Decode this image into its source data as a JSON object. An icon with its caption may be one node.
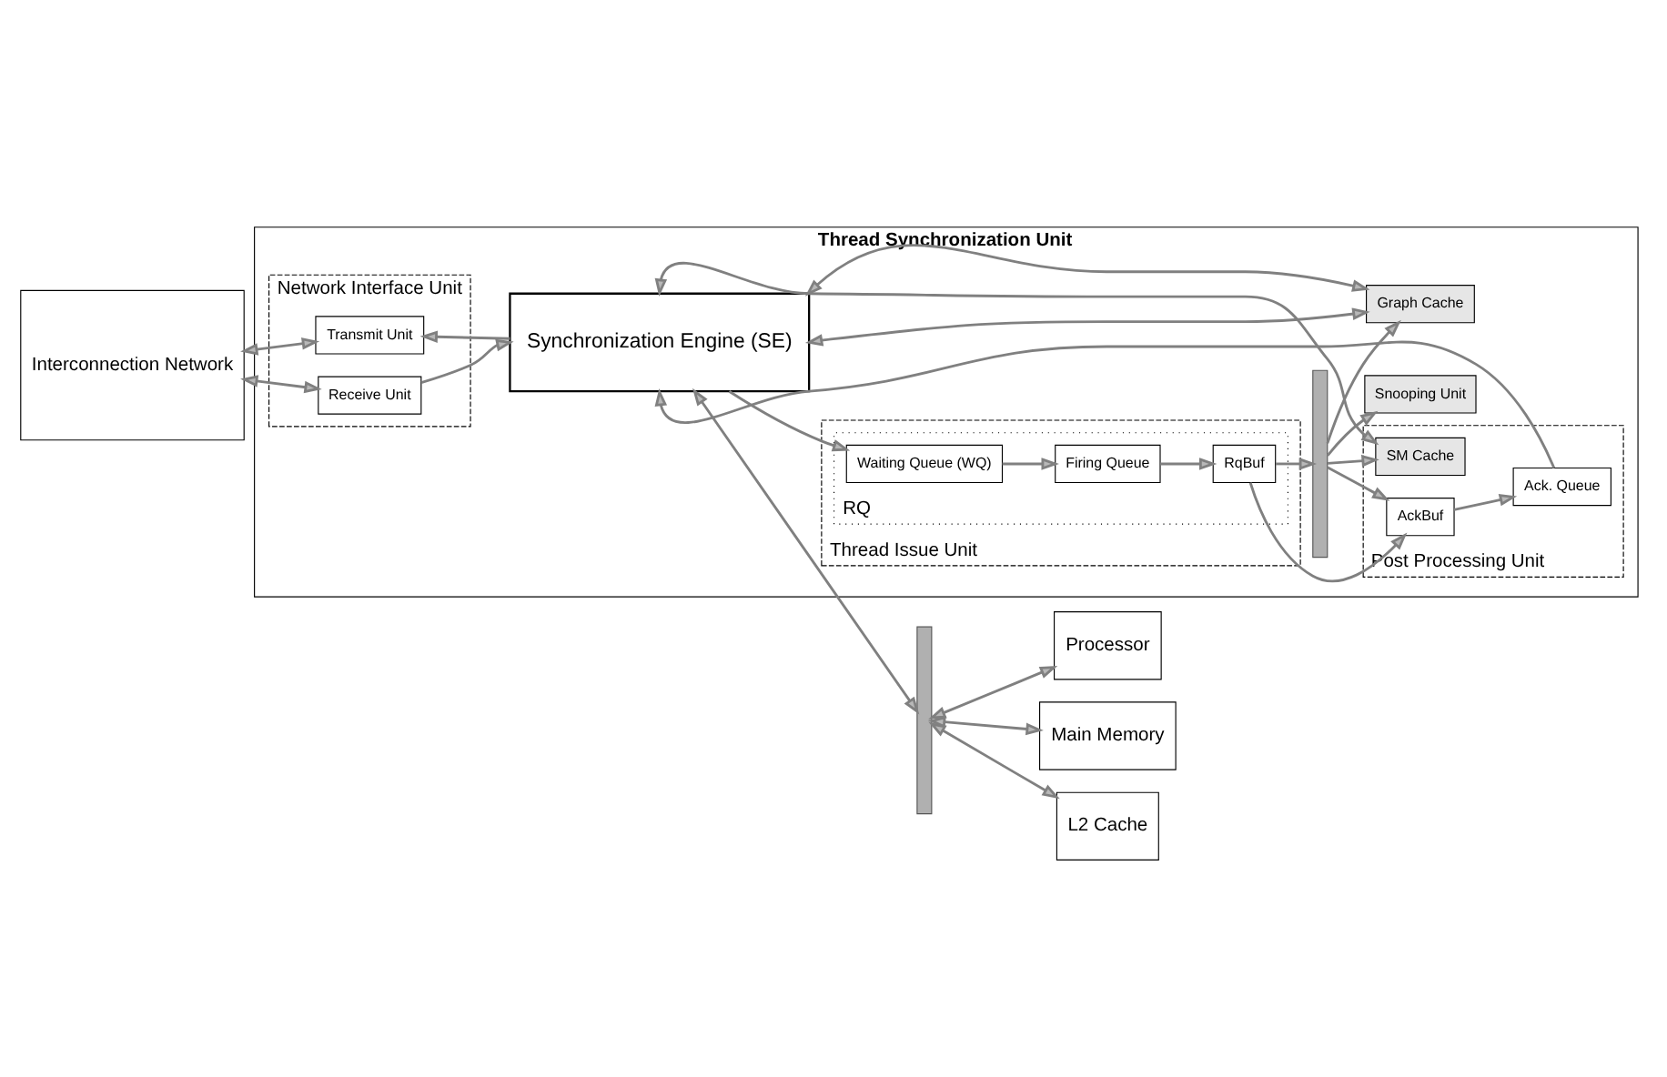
{
  "diagram": {
    "nodes": [
      {
        "text": [
          "Interconnection Network"
        ]
      },
      {
        "text": [
          "Thread Synchronization Unit"
        ]
      },
      {
        "text": [
          "Network Interface Unit"
        ],
        "in": 1
      },
      {
        "text": [
          "Post Processing Unit"
        ],
        "in": 1
      },
      {
        "text": [
          "Thread Issue Unit"
        ],
        "in": 1
      },
      {
        "text": [
          "Transmit Unit"
        ],
        "in": 2
      },
      {
        "text": [
          "Receive Unit"
        ],
        "in": 2
      },
      {
        "text": [
          "SM Cache"
        ],
        "in": 3
      },
      {
        "text": [
          "Graph Cache"
        ],
        "in": 1
      },
      {
        "text": [
          "Synchronization Engine (SE)"
        ],
        "in": 1
      },
      {
        "text": [
          "Ack. Queue"
        ],
        "in": 3
      },
      {
        "text": [
          "AckBuf"
        ],
        "in": 3
      },
      {
        "text": [
          "RQ"
        ],
        "in": 4
      },
      {
        "text": [
          "Waiting Queue (WQ)"
        ],
        "in": 12
      },
      {
        "text": [
          "Firing Queue"
        ],
        "in": 12
      },
      {
        "text": [
          "RqBuf"
        ],
        "in": 12
      },
      {
        "text": [
          "Snooping Unit"
        ],
        "in": 1
      },
      {
        "text": [],
        "shape": "bar",
        "in": 1
      },
      {
        "text": [],
        "shape": "bar"
      },
      {
        "text": [
          "Main Memory"
        ]
      },
      {
        "text": [
          "L2 Cache"
        ]
      },
      {
        "text": [
          "Processor"
        ]
      }
    ],
    "edges": [
      {
        "from": 0,
        "to": 5,
        "arrow": "both"
      },
      {
        "from": 0,
        "to": 6,
        "arrow": "both"
      },
      {
        "from": 9,
        "to": 5,
        "arrow": "to"
      },
      {
        "from": 6,
        "to": 9,
        "arrow": "to"
      },
      {
        "from": 17,
        "to": 7,
        "arrow": "to"
      },
      {
        "from": 17,
        "to": 8,
        "arrow": "to"
      },
      {
        "from": 7,
        "to": 9,
        "arrow": "both"
      },
      {
        "from": 8,
        "to": 9,
        "arrow": "both"
      },
      {
        "from": 8,
        "to": 9,
        "arrow": "both"
      },
      {
        "from": 9,
        "to": 18,
        "arrow": "both"
      },
      {
        "from": 18,
        "to": 19,
        "arrow": "both"
      },
      {
        "from": 18,
        "to": 20,
        "arrow": "both"
      },
      {
        "from": 18,
        "to": 21,
        "arrow": "both"
      },
      {
        "from": 9,
        "to": 13,
        "arrow": "to"
      },
      {
        "from": 13,
        "to": 14,
        "arrow": "to"
      },
      {
        "from": 14,
        "to": 15,
        "arrow": "to"
      },
      {
        "from": 15,
        "to": 11,
        "arrow": "to"
      },
      {
        "from": 15,
        "to": 17,
        "arrow": "to"
      },
      {
        "from": 17,
        "to": 11,
        "arrow": "to"
      },
      {
        "from": 17,
        "to": 16,
        "arrow": "to"
      },
      {
        "from": 11,
        "to": 10,
        "arrow": "to"
      },
      {
        "from": 10,
        "to": 9,
        "arrow": "to"
      }
    ]
  }
}
